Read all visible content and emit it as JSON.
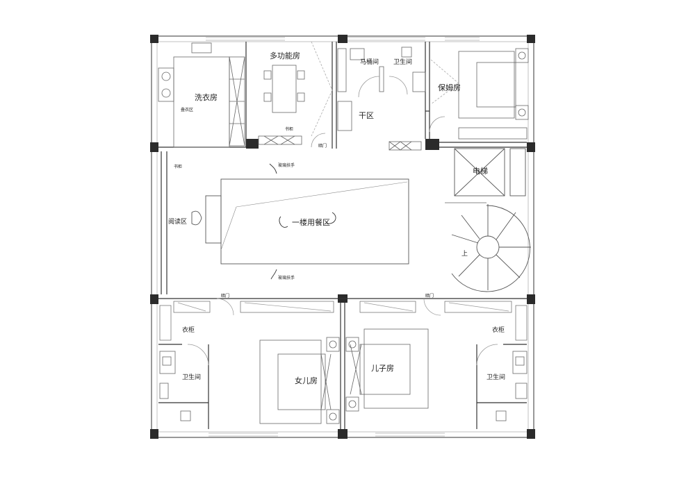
{
  "floorplan": {
    "rooms": {
      "laundry": "洗衣房",
      "laundry_sub": "叠衣区",
      "multi": "多功能房",
      "bookcase_a": "书柜",
      "hidden_door_a": "暗门",
      "toilet": "马桶间",
      "bath_top": "卫生间",
      "nanny": "保姆房",
      "dry_zone": "干区",
      "elevator": "电梯",
      "bookcase_b": "书柜",
      "reading": "阅读区",
      "dining": "一楼用餐区",
      "handrail_top": "玻璃扶手",
      "handrail_bottom": "玻璃扶手",
      "stairs_up": "上",
      "hidden_door_left": "暗门",
      "hidden_door_right": "暗门",
      "wardrobe_left": "衣柜",
      "wardrobe_right": "衣柜",
      "bath_left": "卫生间",
      "bath_right": "卫生间",
      "daughter": "女儿房",
      "son": "儿子房"
    },
    "colors": {
      "wall": "#2b2b2b",
      "line": "#555555",
      "thin": "#8a8a8a",
      "dash": "#9a9a9a"
    }
  }
}
